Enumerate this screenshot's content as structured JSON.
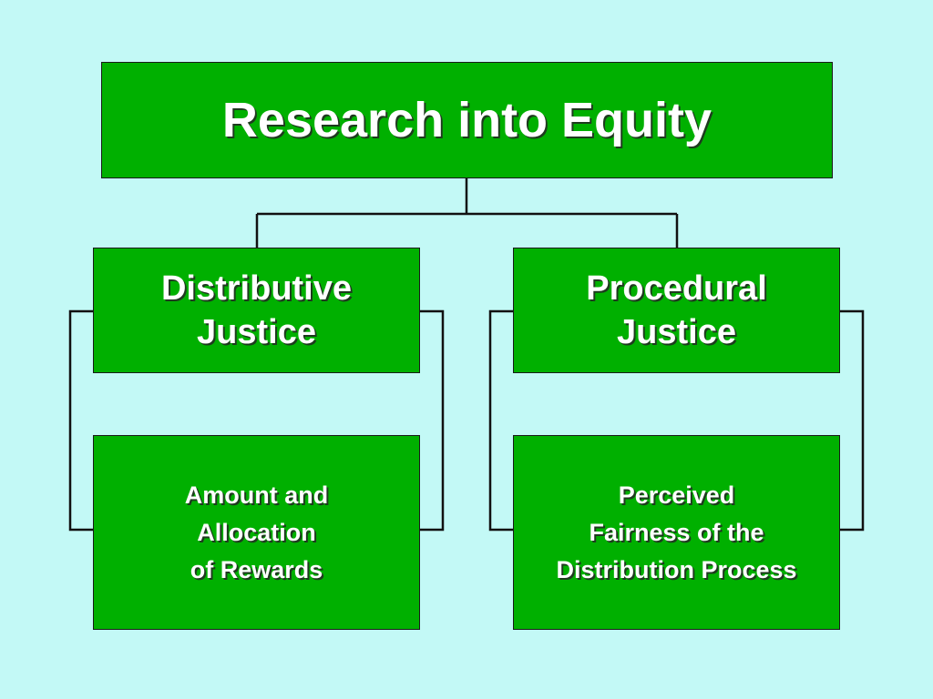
{
  "diagram": {
    "title": "Research into Equity",
    "left_top": {
      "line1": "Distributive",
      "line2": "Justice"
    },
    "right_top": {
      "line1": "Procedural",
      "line2": "Justice"
    },
    "left_bottom": {
      "line1": "Amount and",
      "line2": "Allocation",
      "line3": "of Rewards"
    },
    "right_bottom": {
      "line1": "Perceived",
      "line2": "Fairness of the",
      "line3": "Distribution Process"
    }
  },
  "colors": {
    "background": "#c3f9f6",
    "box_fill": "#00b000",
    "text": "#ffffff",
    "lines": "#111111"
  }
}
